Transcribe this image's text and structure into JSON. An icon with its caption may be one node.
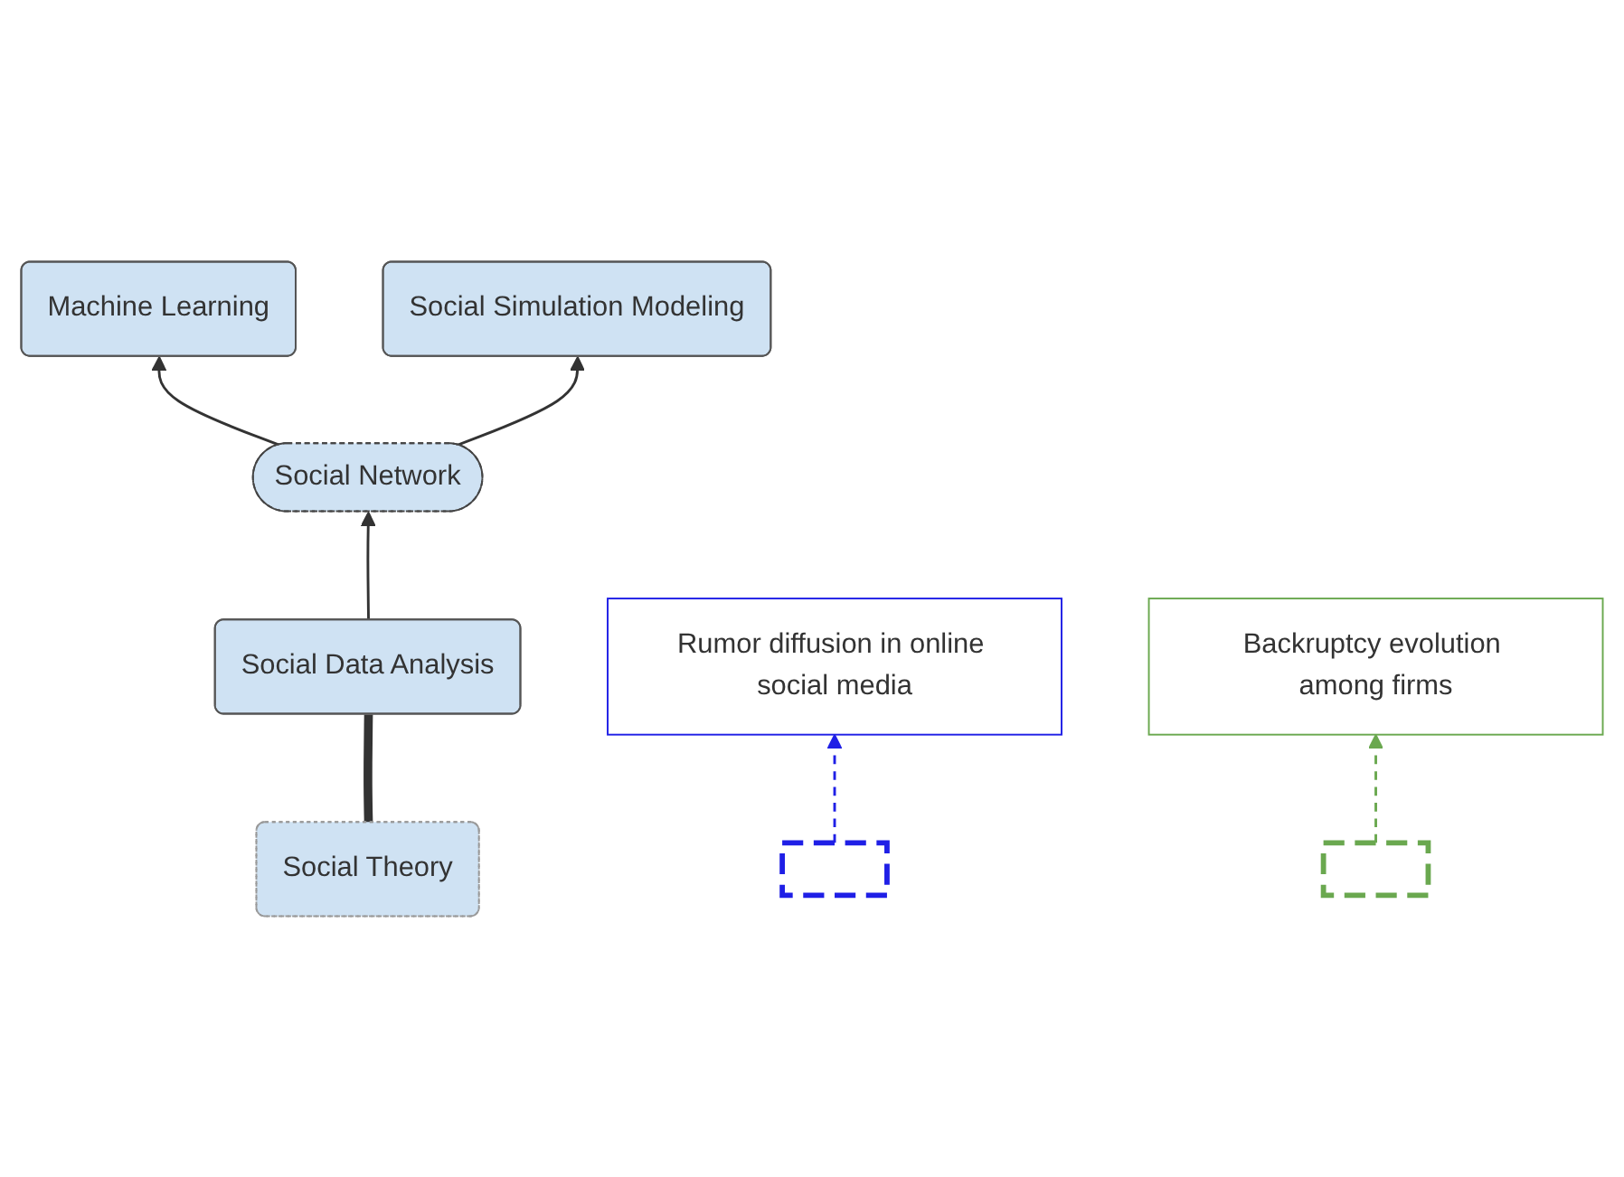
{
  "diagram": {
    "nodes": [
      {
        "text": [
          "Machine Learning"
        ]
      },
      {
        "text": [
          "Social Simulation Modeling"
        ]
      },
      {
        "text": [
          "Social Network"
        ]
      },
      {
        "text": [
          "Social Data Analysis"
        ]
      },
      {
        "text": [
          "Social Theory"
        ]
      },
      {
        "text": [
          "Rumor diffusion in online social media"
        ]
      },
      {
        "text": [
          "Backruptcy evolution among firms"
        ]
      },
      {
        "text": [],
        "shape": "box"
      },
      {
        "text": [],
        "shape": "box"
      }
    ],
    "edges": [
      {
        "from": 2,
        "to": 0,
        "arrow": "to"
      },
      {
        "from": 2,
        "to": 1,
        "arrow": "to"
      },
      {
        "from": 3,
        "to": 2,
        "arrow": "to"
      },
      {
        "from": 4,
        "to": 3,
        "arrow": "none",
        "style": "thick"
      },
      {
        "from": 7,
        "to": 5,
        "arrow": "to",
        "style": "dashed",
        "color": "#1f1fe6"
      },
      {
        "from": 8,
        "to": 6,
        "arrow": "to",
        "style": "dashed",
        "color": "#6aa84f"
      }
    ]
  }
}
